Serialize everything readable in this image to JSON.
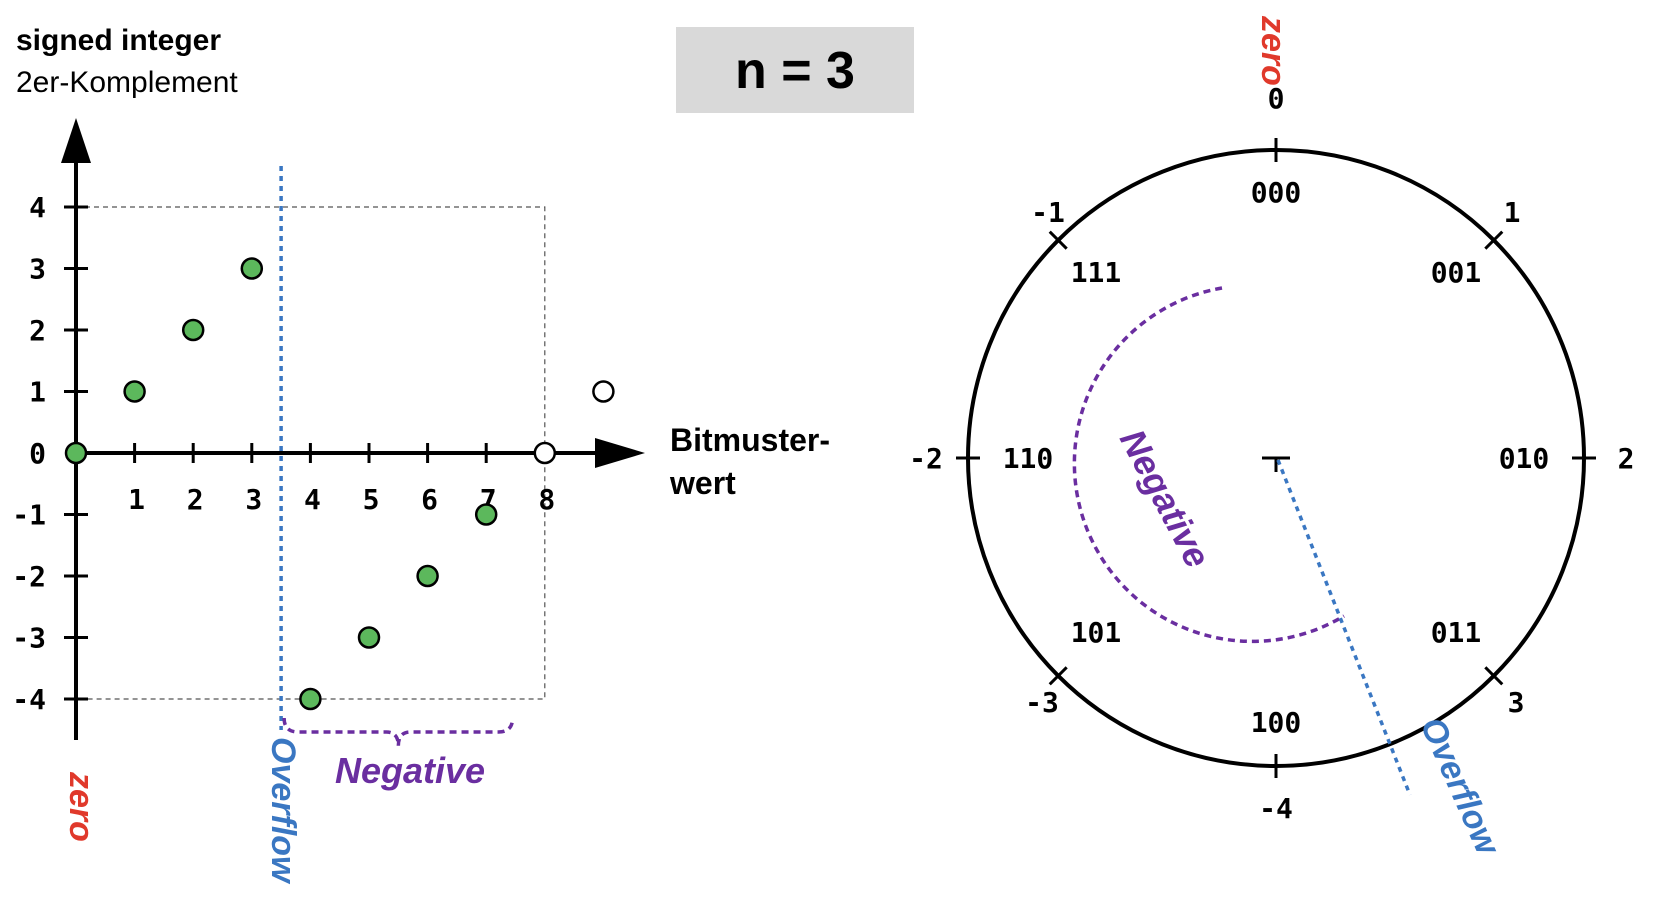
{
  "title": {
    "line1": "signed integer",
    "line2": "2er-Komplement"
  },
  "badge": "n = 3",
  "colors": {
    "zero": "#e0392b",
    "overflow": "#3a77c2",
    "negative": "#6a2ea0",
    "point_fill": "#5cb85c"
  },
  "chart_data": {
    "type": "scatter",
    "xlabel": [
      "Bitmuster-",
      "wert"
    ],
    "x_ticks": [
      "1",
      "2",
      "3",
      "4",
      "5",
      "6",
      "7",
      "8"
    ],
    "y_ticks": [
      "4",
      "3",
      "2",
      "1",
      "0",
      "-1",
      "-2",
      "-3",
      "-4"
    ],
    "xlim": [
      0,
      8
    ],
    "ylim": [
      -4,
      4
    ],
    "points": [
      {
        "x": 0,
        "y": 0
      },
      {
        "x": 1,
        "y": 1
      },
      {
        "x": 2,
        "y": 2
      },
      {
        "x": 3,
        "y": 3
      },
      {
        "x": 4,
        "y": -4
      },
      {
        "x": 5,
        "y": -3
      },
      {
        "x": 6,
        "y": -2
      },
      {
        "x": 7,
        "y": -1
      }
    ],
    "hollow_points": [
      {
        "x": 8,
        "y": 0
      },
      {
        "x": 9,
        "y": 1
      }
    ],
    "overflow_x": 3.5,
    "labels": {
      "zero": "zero",
      "overflow": "Overflow",
      "negative": "Negative"
    }
  },
  "circle": {
    "positions": [
      {
        "bits": "000",
        "value": "0"
      },
      {
        "bits": "001",
        "value": "1"
      },
      {
        "bits": "010",
        "value": "2"
      },
      {
        "bits": "011",
        "value": "3"
      },
      {
        "bits": "100",
        "value": "-4"
      },
      {
        "bits": "101",
        "value": "-3"
      },
      {
        "bits": "110",
        "value": "-2"
      },
      {
        "bits": "111",
        "value": "-1"
      }
    ],
    "labels": {
      "zero": "zero",
      "overflow": "Overflow",
      "negative": "Negative"
    }
  }
}
